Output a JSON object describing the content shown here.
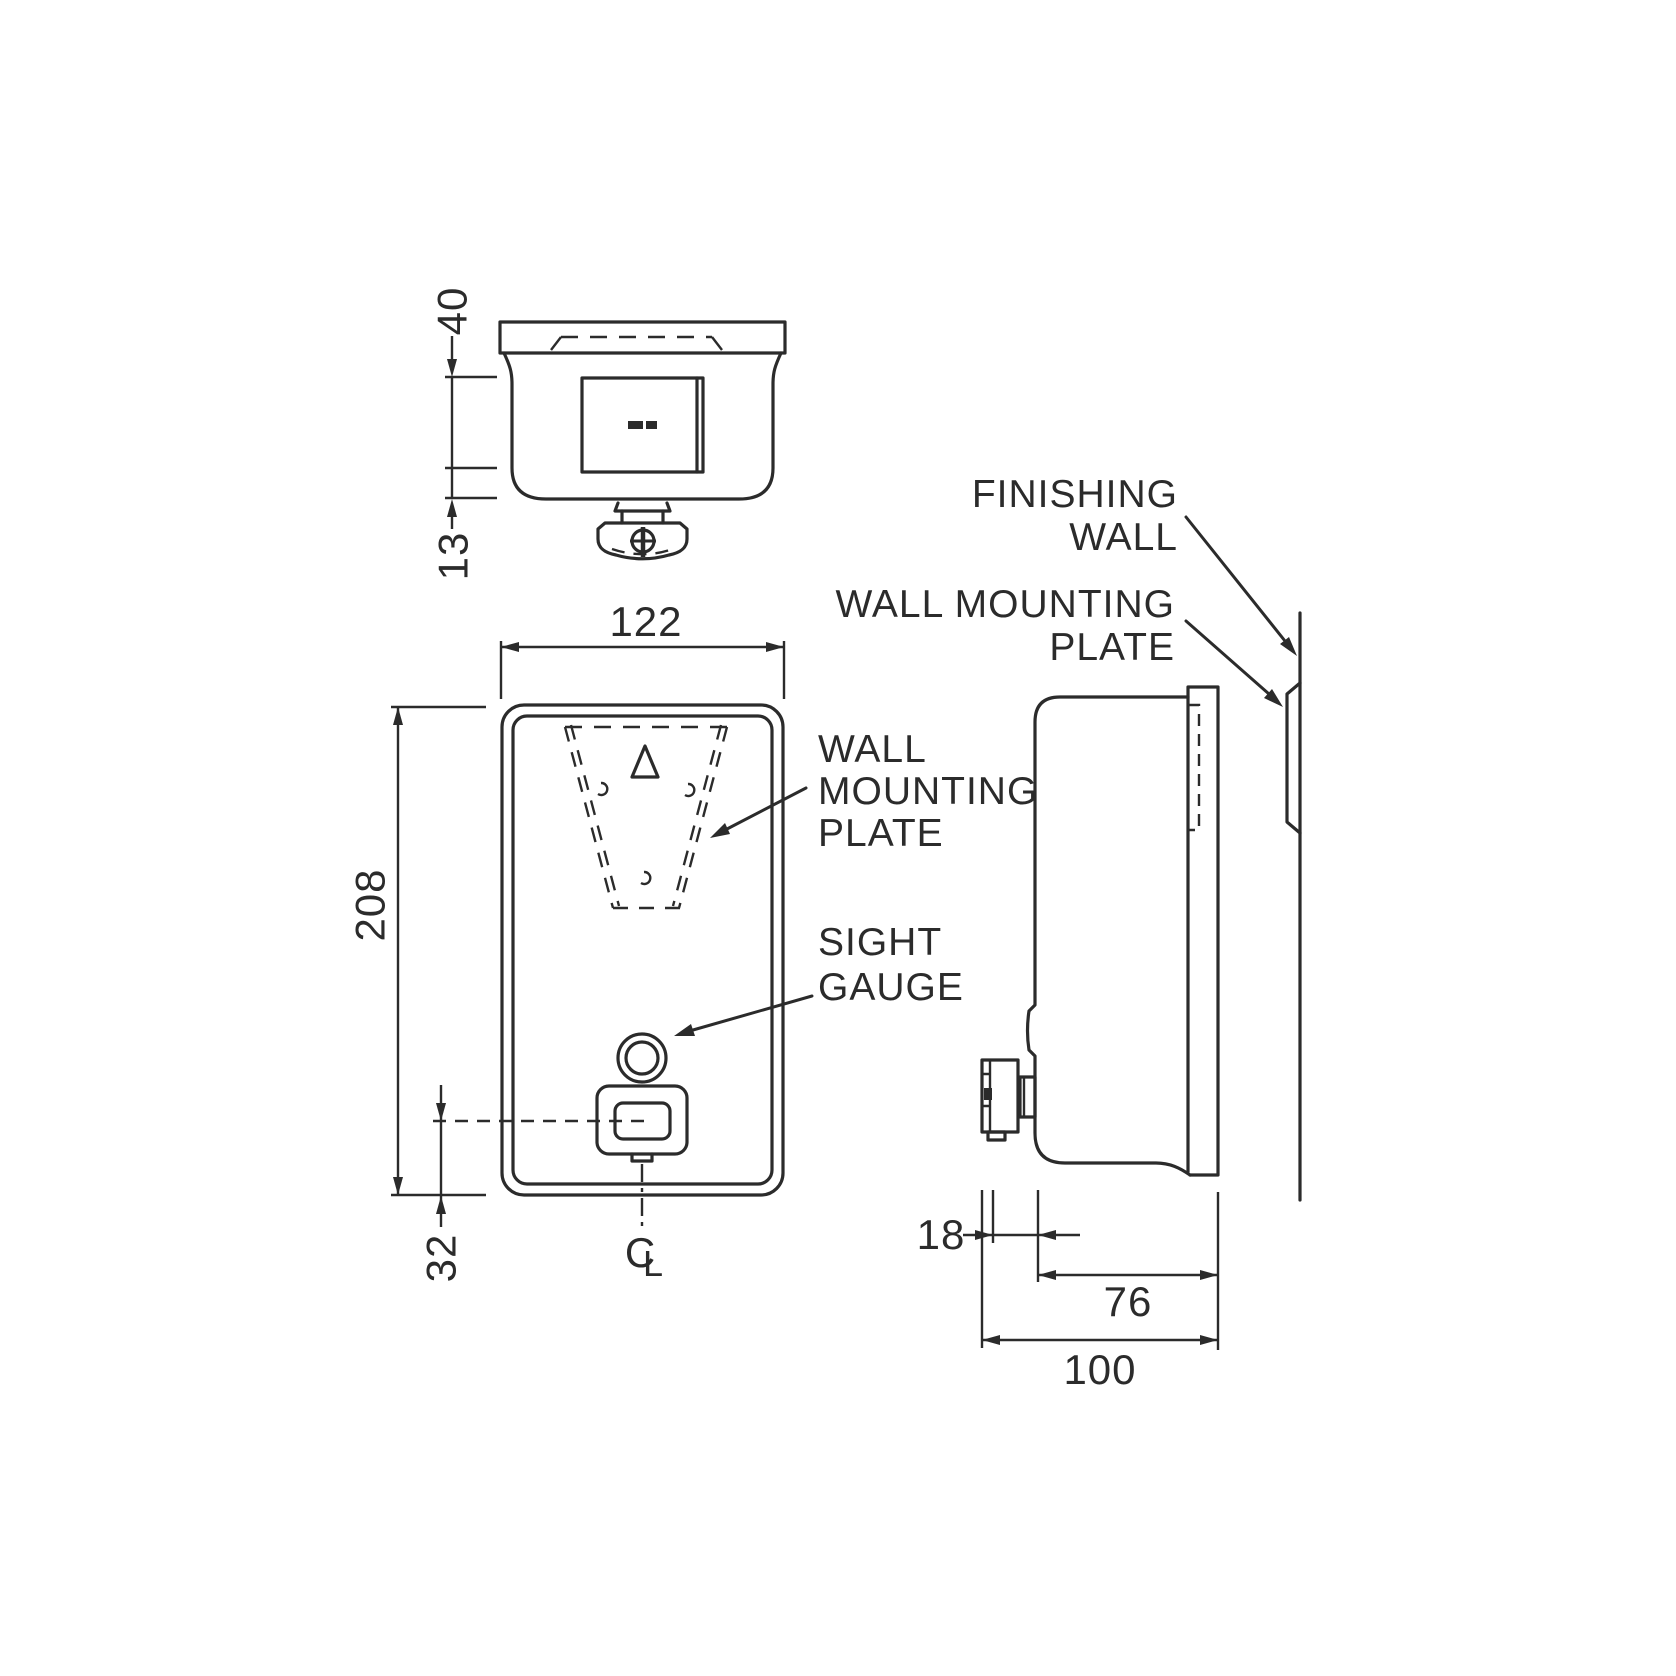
{
  "colors": {
    "line": "#2b2b2b",
    "background": "#ffffff"
  },
  "dimensions": {
    "top_view": {
      "body_depth": "40",
      "spout_height": "13"
    },
    "front_view": {
      "width": "122",
      "height": "208",
      "button_offset": "32"
    },
    "side_view": {
      "plate_offset": "18",
      "body_depth": "76",
      "overall_depth": "100"
    }
  },
  "labels": {
    "finishing_wall": [
      "FINISHING",
      "WALL"
    ],
    "side_mounting_plate": [
      "WALL MOUNTING",
      "PLATE"
    ],
    "front_mounting_plate": [
      "WALL",
      "MOUNTING",
      "PLATE"
    ],
    "sight_gauge": [
      "SIGHT",
      "GAUGE"
    ],
    "centerline": [
      "C",
      "L"
    ]
  }
}
